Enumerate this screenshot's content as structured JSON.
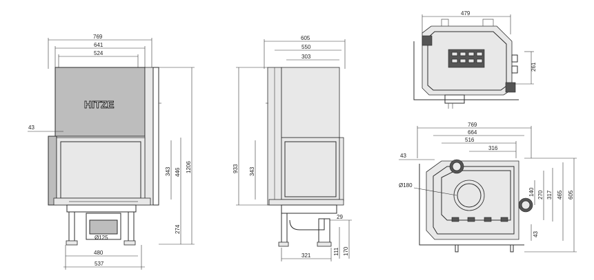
{
  "brand": {
    "logo_text": "HITZE"
  },
  "front_view": {
    "width_overall": "769",
    "width_inner": "641",
    "width_glass": "524",
    "side_offset": "43",
    "height_opening": "343",
    "height_box": "446",
    "height_total": "1206",
    "height_base": "274",
    "flue_diameter": "Ø125",
    "base_width_inner": "480",
    "base_width_outer": "537"
  },
  "side_view": {
    "depth_overall": "605",
    "depth_inner": "550",
    "depth_glass": "303",
    "height_total": "933",
    "height_opening": "343",
    "offset_29": "29",
    "base_depth": "321",
    "base_h1": "111",
    "base_h2": "170"
  },
  "top_view": {
    "width": "479",
    "depth": "261"
  },
  "plan_view": {
    "width_overall": "769",
    "width_664": "664",
    "width_516": "516",
    "width_316": "316",
    "offset_43_left": "43",
    "diameter": "Ø180",
    "h140": "140",
    "h270": "270",
    "h317": "317",
    "h465": "465",
    "h605": "605",
    "offset_43_bottom": "43"
  }
}
